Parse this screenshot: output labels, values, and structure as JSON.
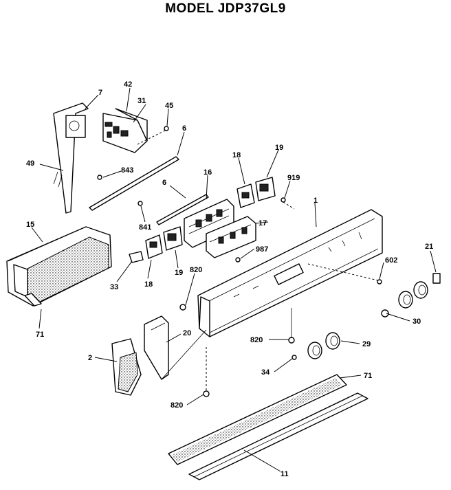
{
  "title": "MODEL JDP37GL9",
  "callouts": [
    "7",
    "42",
    "31",
    "45",
    "6",
    "49",
    "843",
    "6",
    "16",
    "18",
    "19",
    "919",
    "1",
    "15",
    "841",
    "17",
    "18",
    "19",
    "987",
    "602",
    "21",
    "33",
    "820",
    "71",
    "820",
    "29",
    "30",
    "2",
    "20",
    "34",
    "71",
    "820",
    "11"
  ]
}
